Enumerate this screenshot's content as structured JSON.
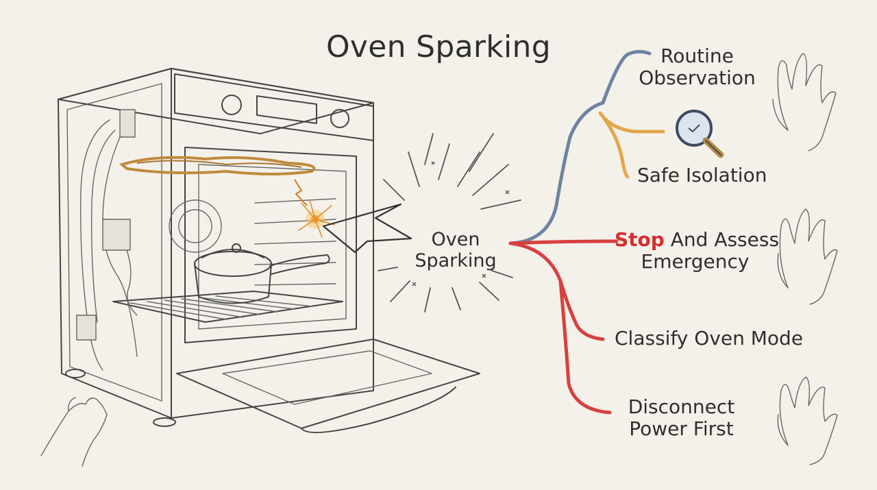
{
  "title": "Oven Sparking",
  "center_node": {
    "line1": "Oven",
    "line2": "Sparking"
  },
  "branches": [
    {
      "line1": "Routine",
      "line2": "Observation",
      "color": "#6f83a3"
    },
    {
      "line1": "Safe Isolation",
      "color": "#e3a64b"
    },
    {
      "highlight": "Stop",
      "line1_rest": " And Assess",
      "line2": "Emergency",
      "color": "#d84040"
    },
    {
      "line1": "Classify Oven Mode",
      "color": "#d84040"
    },
    {
      "line1": "Disconnect",
      "line2": "Power First",
      "color": "#d84040"
    }
  ],
  "colors": {
    "highlight": "#d32f2f",
    "background": "#f4f1ea"
  }
}
